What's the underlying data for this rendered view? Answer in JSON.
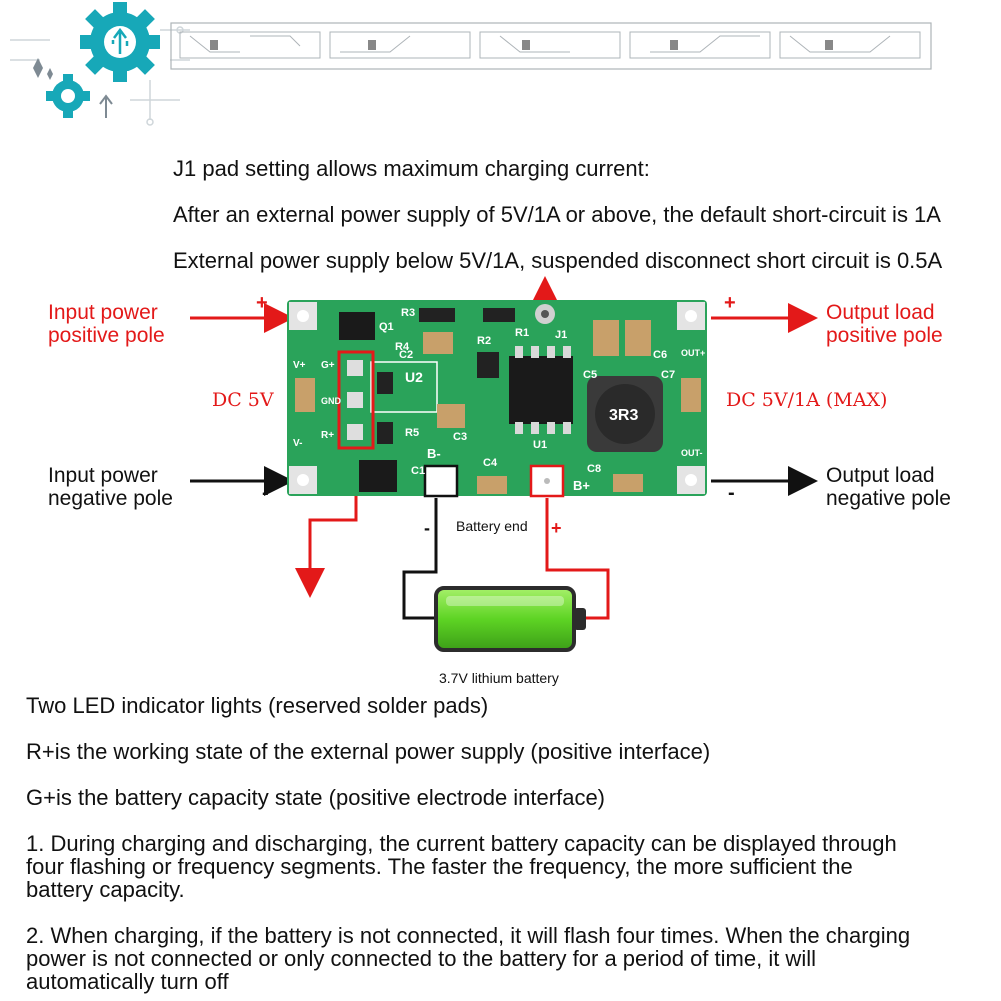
{
  "header": {
    "logo_icon": "gear-usb-logo",
    "decor": "circuit-trace-banner"
  },
  "notes": {
    "line1": "J1 pad setting allows maximum charging current:",
    "line2": "After an external power supply of 5V/1A or above, the default short-circuit is 1A",
    "line3": "External power supply below 5V/1A, suspended disconnect short circuit is 0.5A"
  },
  "diagram": {
    "input_positive": "Input power\npositive pole",
    "input_negative": "Input power\nnegative pole",
    "output_positive": "Output load\npositive pole",
    "output_negative": "Output load\nnegative pole",
    "dc_in": "DC 5V",
    "dc_out": "DC 5V/1A (MAX)",
    "plus_in": "+",
    "minus_in": "-",
    "plus_out": "+",
    "minus_out": "-",
    "battery_end": "Battery end",
    "battery_minus": "-",
    "battery_plus": "+",
    "battery_label": "3.7V lithium battery",
    "pcb_labels": {
      "q1": "Q1",
      "r3": "R3",
      "r4": "R4",
      "r1": "R1",
      "r2": "R2",
      "j1": "J1",
      "c2": "C2",
      "c3": "C3",
      "c4": "C4",
      "c5": "C5",
      "c6": "C6",
      "c7": "C7",
      "c8": "C8",
      "c1": "C1",
      "u1": "U1",
      "u2": "U2",
      "r5": "R5",
      "g_plus": "G+",
      "gnd": "GND",
      "r_plus": "R+",
      "v_plus": "V+",
      "v_minus": "V-",
      "out_plus": "OUT+",
      "out_minus": "OUT-",
      "b_minus": "B-",
      "b_plus": "B+",
      "inductor": "3R3"
    },
    "colors": {
      "pcb": "#2aa35a",
      "arrow": "#e31919",
      "battery": "#5ed424"
    }
  },
  "body_text": {
    "led_title": "Two LED indicator lights (reserved solder pads)",
    "r_plus": "R+is the working state of the external power supply (positive interface)",
    "g_plus": "G+is the battery capacity state (positive electrode interface)",
    "item1_a": "1. During charging and discharging, the current battery capacity can be displayed through",
    "item1_b": "four flashing or frequency segments. The faster the frequency, the more sufficient the",
    "item1_c": "battery capacity.",
    "item2_a": "2. When charging, if the battery is not connected, it will flash four times. When the charging",
    "item2_b": "power is not connected or only connected to the battery for a period of time, it will",
    "item2_c": "automatically turn off"
  }
}
